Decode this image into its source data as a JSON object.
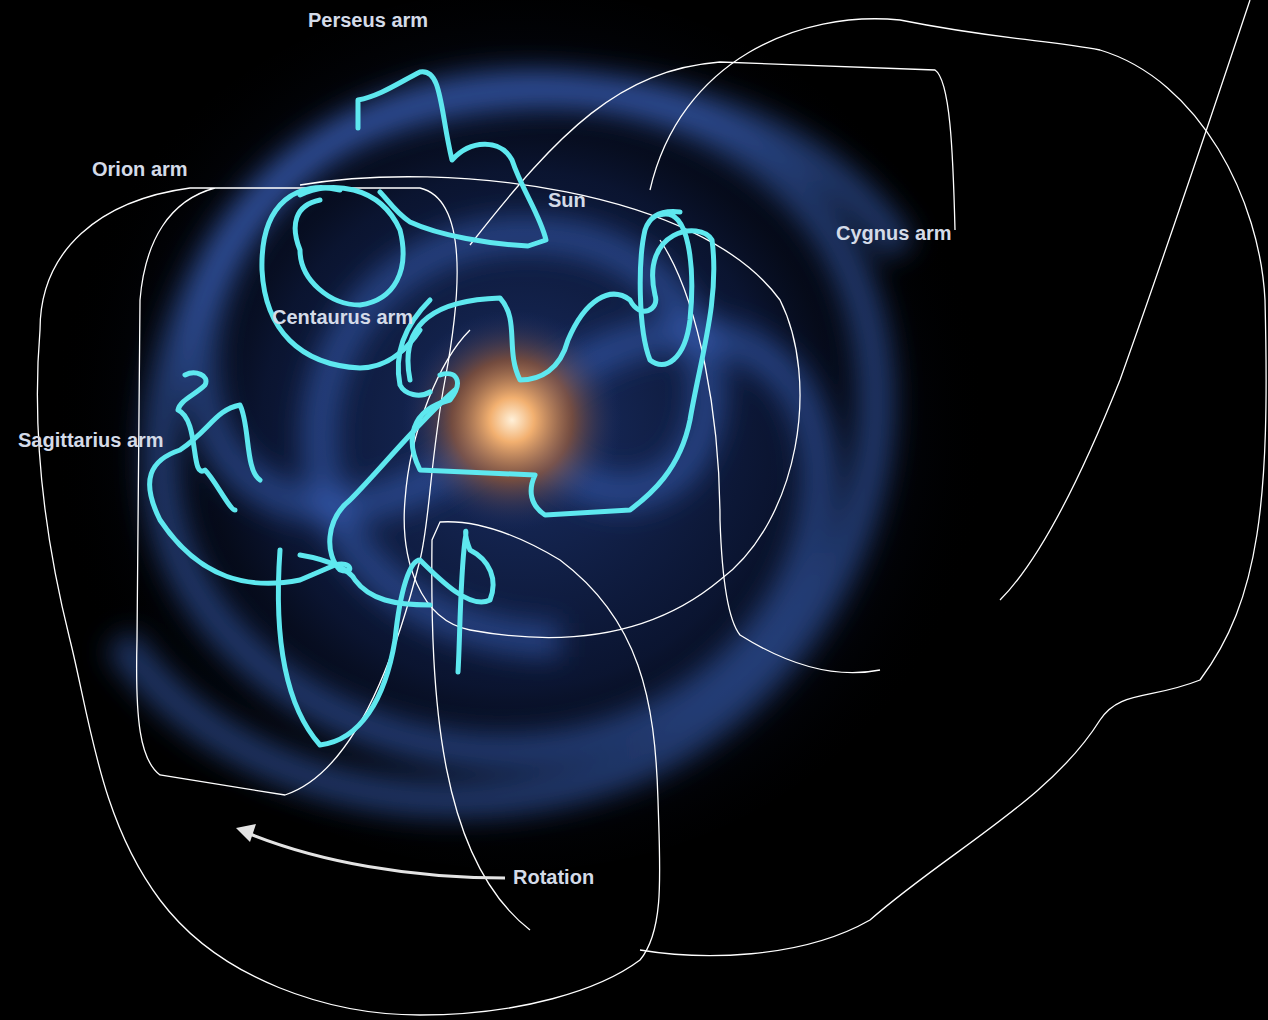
{
  "diagram": {
    "labels": [
      "Perseus arm",
      "Orion arm",
      "Sun",
      "Cygnus arm",
      "Centaurus arm",
      "Sagittarius arm",
      "Rotation"
    ]
  }
}
